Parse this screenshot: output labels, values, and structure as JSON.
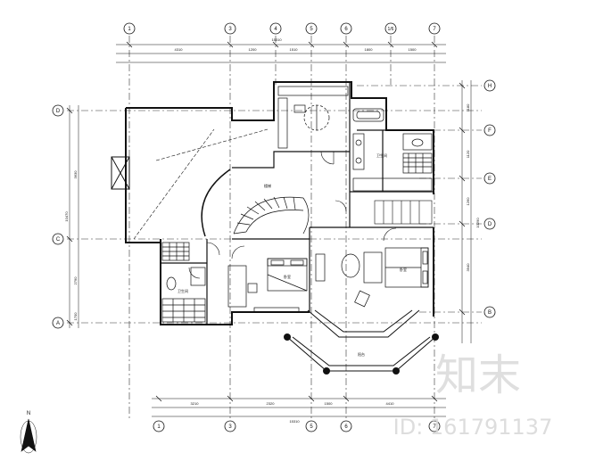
{
  "grid": {
    "columns_top": [
      "1",
      "3",
      "4",
      "5",
      "6",
      "1/6",
      "7"
    ],
    "columns_bottom": [
      "1",
      "3",
      "5",
      "6",
      "7"
    ],
    "rows_left": [
      "D",
      "C",
      "A"
    ],
    "rows_right": [
      "H",
      "F",
      "E",
      "D",
      "B"
    ]
  },
  "dimensions": {
    "top_overall": "15310",
    "top_segments": [
      "4310",
      "1200",
      "1510",
      "1800",
      "1500"
    ],
    "bottom_overall": "15310",
    "bottom_segments": [
      "3210",
      "2320",
      "1500",
      "4410"
    ],
    "left_overall": "10470",
    "left_segments": [
      "3630",
      "2790",
      "1700"
    ],
    "right_overall": "10290",
    "right_segments": [
      "1180",
      "1120",
      "1260",
      "3940"
    ]
  },
  "rooms": {
    "stair": "楼梯",
    "bedroom_1": "卧室",
    "bedroom_2": "卧室",
    "bath_1": "卫生间",
    "bath_2": "卫生间",
    "balcony": "阳台"
  },
  "north": {
    "label": "N"
  },
  "watermark": {
    "brand": "知末",
    "id_text": "ID: 161791137"
  },
  "colors": {
    "line": "#111111",
    "axis": "#333333",
    "watermark": "#d9d9d9"
  }
}
